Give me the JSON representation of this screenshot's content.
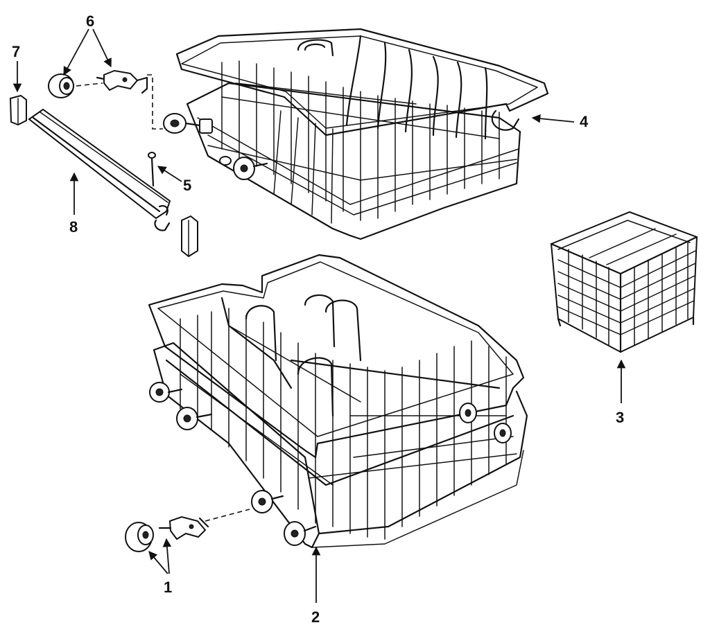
{
  "callouts": {
    "c1": "1",
    "c2": "2",
    "c3": "3",
    "c4": "4",
    "c5": "5",
    "c6": "6",
    "c7": "7",
    "c8": "8"
  },
  "icons": {
    "roller": "roller-wheel-icon",
    "clip": "roller-clip-icon",
    "basket": "silverware-basket-icon"
  }
}
